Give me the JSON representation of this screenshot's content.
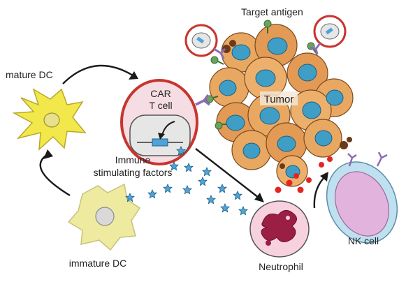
{
  "labels": {
    "target_antigen": "Target antigen",
    "mature_dc": "mature DC",
    "car_line1": "CAR",
    "car_line2": "T cell",
    "tumor": "Tumor",
    "immune_line1": "Immune",
    "immune_line2": "stimulating factors",
    "immature_dc": "immature DC",
    "neutrophil": "Neutrophil",
    "nk_cell": "NK cell"
  },
  "colors": {
    "dc_fill": "#f2e84c",
    "dc_nucleus": "#e8df8f",
    "immature_dc_fill": "#eeeba0",
    "immature_dc_nucleus": "#d9d9d9",
    "tcell_ring": "#c8352e",
    "tcell_fill": "#f6dde4",
    "tumor_cell": "#e9a862",
    "tumor_nucleus": "#3f9ec6",
    "antigen": "#6aa35e",
    "receptor": "#8b6bb6",
    "star": "#4fa3d8",
    "neutrophil_fill": "#f7d1de",
    "neutrophil_nucleus": "#9b1e45",
    "red_dot": "#e52421",
    "nk_outer": "#bfe0ef",
    "nk_inner": "#e2b3dd"
  }
}
